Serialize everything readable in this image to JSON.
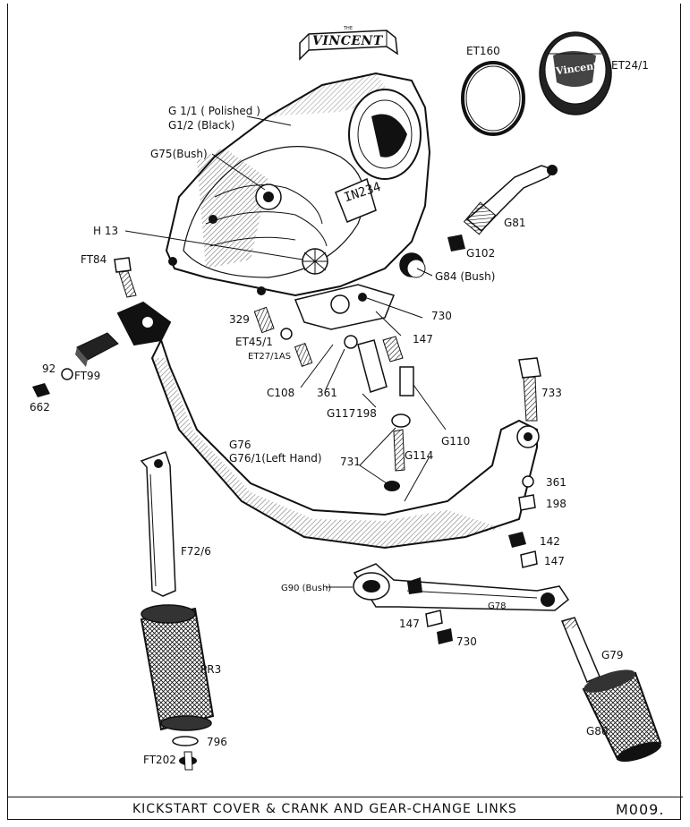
{
  "logo": {
    "the": "THE",
    "name": "VINCENT"
  },
  "cap_logo": "Vincent",
  "boss_marking": "IN234",
  "labels": {
    "g1": "G 1/1 ( Polished )",
    "g1_2": "G1/2 (Black)",
    "g75": "G75(Bush)",
    "h13": "H 13",
    "ft84": "FT84",
    "l329": "329",
    "et45": "ET45/1",
    "et27": "ET27/1AS",
    "c108": "C108",
    "l361a": "361",
    "g117": "G117",
    "l198a": "198",
    "l730a": "730",
    "l147a": "147",
    "g84": "G84 (Bush)",
    "g102": "G102",
    "g81": "G81",
    "et160": "ET160",
    "et24": "ET24/1",
    "l92": "92",
    "ft99": "FT99",
    "l662": "662",
    "l733": "733",
    "g110": "G110",
    "g76": "G76",
    "g76_1": "G76/1(Left Hand)",
    "l731": "731",
    "g114": "G114",
    "l361b": "361",
    "l198b": "198",
    "l142": "142",
    "l147b": "147",
    "f72": "F72/6",
    "g90": "G90 (Bush)",
    "g78": "G78",
    "l147c": "147",
    "l730b": "730",
    "g79": "G79",
    "pr3": "PR3",
    "l796": "796",
    "ft202": "FT202",
    "g80": "G80"
  },
  "footer": {
    "title": "KICKSTART  COVER & CRANK  AND  GEAR-CHANGE  LINKS",
    "code": "M009."
  }
}
